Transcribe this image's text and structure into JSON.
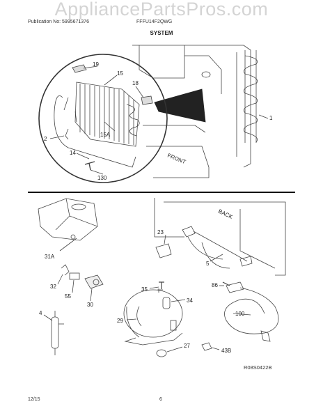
{
  "watermark": "AppliancePartsPros.com",
  "header": {
    "publication": "Publication No: 5995671376",
    "model": "FFFU14F2QWG",
    "section": "SYSTEM"
  },
  "footer": {
    "date": "12/15",
    "page": "6",
    "drawing_code": "R08S0422B"
  },
  "labels": {
    "front": "FRONT",
    "back": "BACK"
  },
  "parts": [
    "19",
    "15",
    "18",
    "1",
    "2",
    "15A",
    "14",
    "130",
    "23",
    "31A",
    "5",
    "32",
    "55",
    "30",
    "35",
    "86",
    "34",
    "4",
    "29",
    "100",
    "27",
    "43B"
  ]
}
